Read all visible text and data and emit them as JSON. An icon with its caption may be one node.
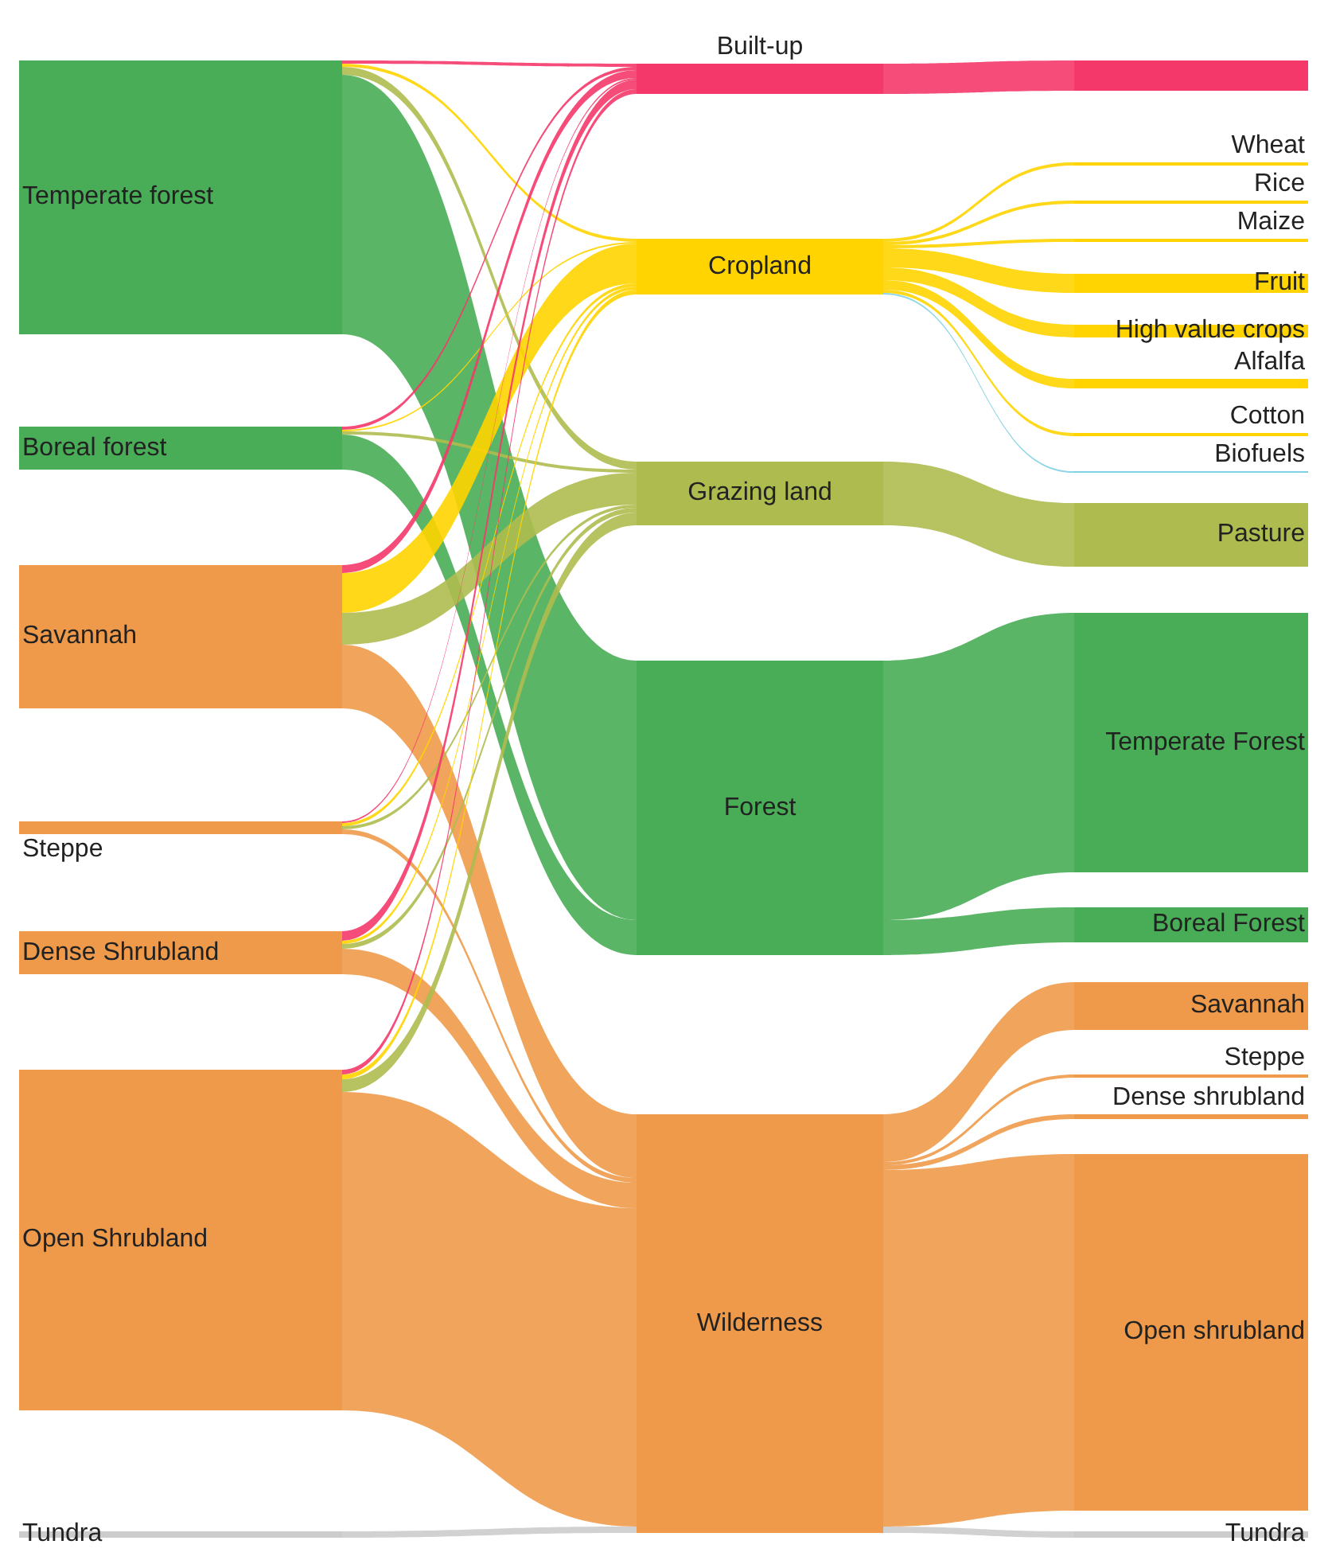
{
  "diagram": {
    "nodes": [
      {
        "text": [
          "Temperate forest"
        ]
      },
      {
        "text": [
          "Boreal forest"
        ]
      },
      {
        "text": [
          "Savannah"
        ]
      },
      {
        "text": [
          "Steppe"
        ]
      },
      {
        "text": [
          "Dense Shrubland"
        ]
      },
      {
        "text": [
          "Open Shrubland"
        ]
      },
      {
        "text": [
          "Tundra"
        ]
      },
      {
        "text": [
          "Built-up"
        ]
      },
      {
        "text": [
          "Cropland"
        ]
      },
      {
        "text": [
          "Grazing land"
        ]
      },
      {
        "text": [
          "Forest"
        ]
      },
      {
        "text": [
          "Wilderness"
        ]
      },
      {
        "text": [],
        "shape": "bar"
      },
      {
        "text": [
          "Wheat"
        ]
      },
      {
        "text": [
          "Rice"
        ]
      },
      {
        "text": [
          "Maize"
        ]
      },
      {
        "text": [
          "Fruit"
        ]
      },
      {
        "text": [
          "High value crops"
        ]
      },
      {
        "text": [
          "Alfalfa"
        ]
      },
      {
        "text": [
          "Cotton"
        ]
      },
      {
        "text": [
          "Biofuels"
        ]
      },
      {
        "text": [
          "Pasture"
        ]
      },
      {
        "text": [
          "Temperate Forest"
        ]
      },
      {
        "text": [
          "Boreal Forest"
        ]
      },
      {
        "text": [
          "Savannah"
        ]
      },
      {
        "text": [
          "Steppe"
        ]
      },
      {
        "text": [
          "Dense shrubland"
        ]
      },
      {
        "text": [
          "Open shrubland"
        ]
      },
      {
        "text": [
          "Tundra"
        ]
      }
    ],
    "edges": [
      {
        "from": 0,
        "to": 7,
        "arrow": "none",
        "color": "#f5386a"
      },
      {
        "from": 0,
        "to": 8,
        "arrow": "none",
        "color": "#ffd400"
      },
      {
        "from": 0,
        "to": 9,
        "arrow": "none",
        "color": "#aebc4f"
      },
      {
        "from": 0,
        "to": 10,
        "arrow": "none",
        "color": "#49ad57"
      },
      {
        "from": 1,
        "to": 7,
        "arrow": "none",
        "color": "#f5386a"
      },
      {
        "from": 1,
        "to": 8,
        "arrow": "none",
        "color": "#ffd400"
      },
      {
        "from": 1,
        "to": 9,
        "arrow": "none",
        "color": "#aebc4f"
      },
      {
        "from": 1,
        "to": 10,
        "arrow": "none",
        "color": "#49ad57"
      },
      {
        "from": 2,
        "to": 7,
        "arrow": "none",
        "color": "#f5386a"
      },
      {
        "from": 2,
        "to": 8,
        "arrow": "none",
        "color": "#ffd400"
      },
      {
        "from": 2,
        "to": 9,
        "arrow": "none",
        "color": "#aebc4f"
      },
      {
        "from": 2,
        "to": 11,
        "arrow": "none",
        "color": "#ee9a4a"
      },
      {
        "from": 3,
        "to": 7,
        "arrow": "none",
        "color": "#f5386a"
      },
      {
        "from": 3,
        "to": 8,
        "arrow": "none",
        "color": "#ffd400"
      },
      {
        "from": 3,
        "to": 9,
        "arrow": "none",
        "color": "#aebc4f"
      },
      {
        "from": 3,
        "to": 11,
        "arrow": "none",
        "color": "#ee9a4a"
      },
      {
        "from": 4,
        "to": 7,
        "arrow": "none",
        "color": "#f5386a"
      },
      {
        "from": 4,
        "to": 8,
        "arrow": "none",
        "color": "#ffd400"
      },
      {
        "from": 4,
        "to": 9,
        "arrow": "none",
        "color": "#aebc4f"
      },
      {
        "from": 4,
        "to": 11,
        "arrow": "none",
        "color": "#ee9a4a"
      },
      {
        "from": 5,
        "to": 7,
        "arrow": "none",
        "color": "#f5386a"
      },
      {
        "from": 5,
        "to": 8,
        "arrow": "none",
        "color": "#ffd400"
      },
      {
        "from": 5,
        "to": 9,
        "arrow": "none",
        "color": "#aebc4f"
      },
      {
        "from": 5,
        "to": 11,
        "arrow": "none",
        "color": "#ee9a4a"
      },
      {
        "from": 6,
        "to": 11,
        "arrow": "none",
        "color": "#cccccc"
      },
      {
        "from": 7,
        "to": 12,
        "arrow": "none",
        "color": "#f5386a"
      },
      {
        "from": 8,
        "to": 13,
        "arrow": "none",
        "color": "#ffd400"
      },
      {
        "from": 8,
        "to": 14,
        "arrow": "none",
        "color": "#ffd400"
      },
      {
        "from": 8,
        "to": 15,
        "arrow": "none",
        "color": "#ffd400"
      },
      {
        "from": 8,
        "to": 16,
        "arrow": "none",
        "color": "#ffd400"
      },
      {
        "from": 8,
        "to": 17,
        "arrow": "none",
        "color": "#ffd400"
      },
      {
        "from": 8,
        "to": 18,
        "arrow": "none",
        "color": "#ffd400"
      },
      {
        "from": 8,
        "to": 19,
        "arrow": "none",
        "color": "#ffd400"
      },
      {
        "from": 8,
        "to": 20,
        "arrow": "none",
        "color": "#7fd0e3"
      },
      {
        "from": 9,
        "to": 21,
        "arrow": "none",
        "color": "#aebc4f"
      },
      {
        "from": 10,
        "to": 22,
        "arrow": "none",
        "color": "#49ad57"
      },
      {
        "from": 10,
        "to": 23,
        "arrow": "none",
        "color": "#49ad57"
      },
      {
        "from": 11,
        "to": 24,
        "arrow": "none",
        "color": "#ee9a4a"
      },
      {
        "from": 11,
        "to": 25,
        "arrow": "none",
        "color": "#ee9a4a"
      },
      {
        "from": 11,
        "to": 26,
        "arrow": "none",
        "color": "#ee9a4a"
      },
      {
        "from": 11,
        "to": 27,
        "arrow": "none",
        "color": "#ee9a4a"
      },
      {
        "from": 11,
        "to": 28,
        "arrow": "none",
        "color": "#cccccc"
      }
    ]
  }
}
